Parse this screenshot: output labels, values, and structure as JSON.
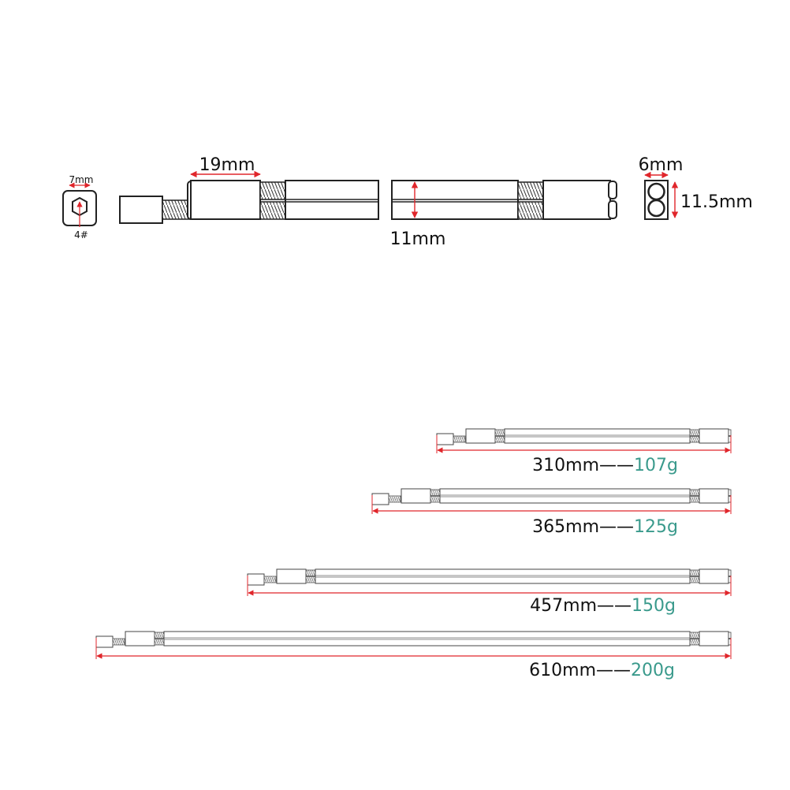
{
  "detail": {
    "socket_size": "7mm",
    "socket_label": "4#",
    "end_block_length": "19mm",
    "rod_height": "11mm",
    "profile_width": "6mm",
    "profile_height": "11.5mm"
  },
  "variants": [
    {
      "length": "310mm",
      "separator": "——",
      "weight": "107g"
    },
    {
      "length": "365mm",
      "separator": "——",
      "weight": "125g"
    },
    {
      "length": "457mm",
      "separator": "——",
      "weight": "150g"
    },
    {
      "length": "610mm",
      "separator": "——",
      "weight": "200g"
    }
  ],
  "colors": {
    "dimension_line": "#e0262b",
    "weight_text": "#3a9a8c",
    "outline": "#222222",
    "fill": "#ffffff"
  }
}
